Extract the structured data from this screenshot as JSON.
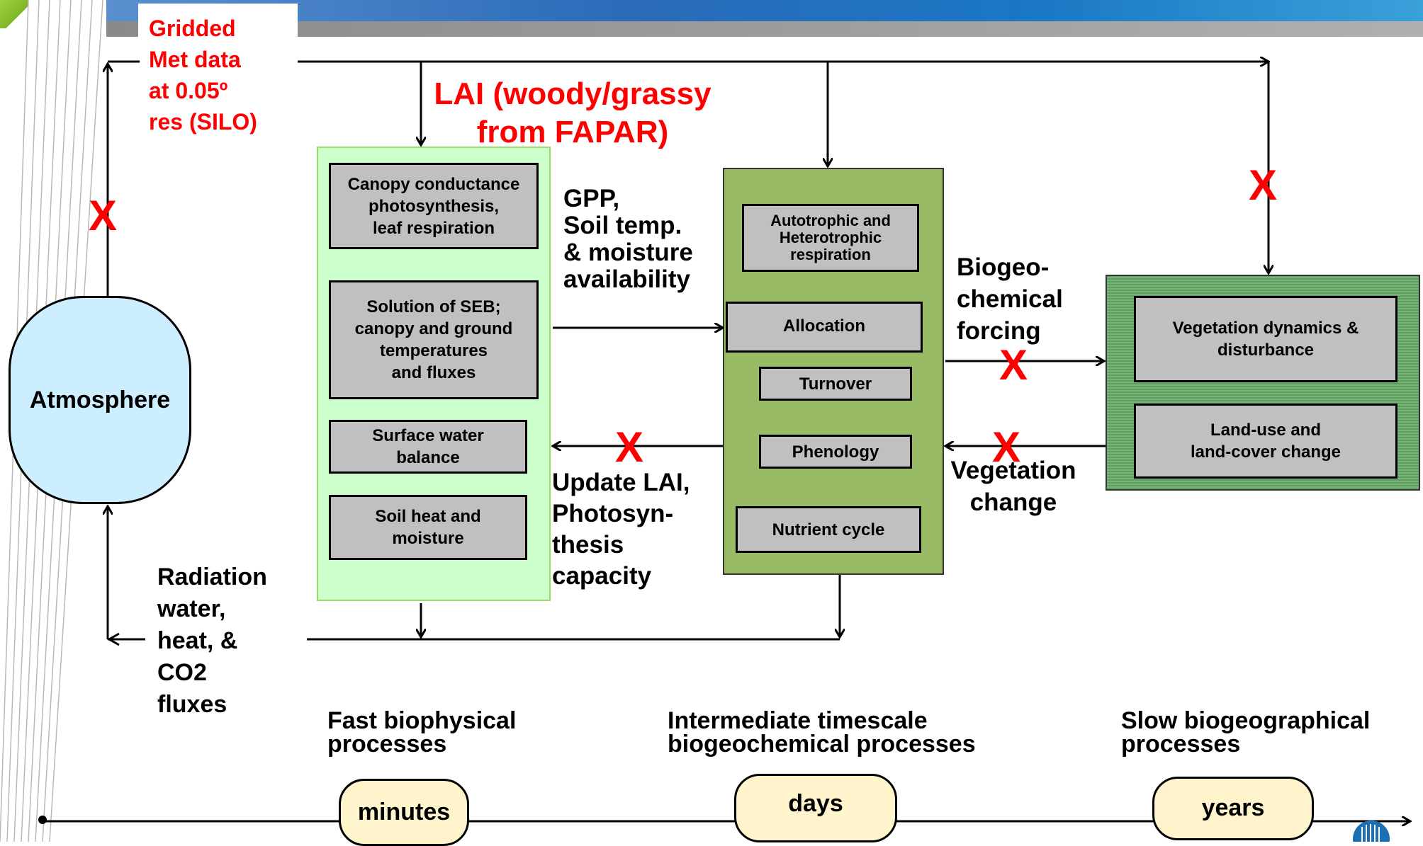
{
  "header": {
    "met_data_label": "Gridded\nMet data\nat 0.05º\nres (SILO)",
    "lai_label": "LAI (woody/grassy\nfrom FAPAR)"
  },
  "atmosphere": {
    "label": "Atmosphere"
  },
  "biophysical": {
    "boxes": [
      "Canopy conductance\nphotosynthesis,\nleaf respiration",
      "Solution of SEB;\ncanopy and ground\ntemperatures\nand fluxes",
      "Surface water\nbalance",
      "Soil heat and\nmoisture"
    ]
  },
  "biogeochemical": {
    "boxes": [
      "Autotrophic and\nHeterotrophic\nrespiration",
      "Allocation",
      "Turnover",
      "Phenology",
      "Nutrient cycle"
    ]
  },
  "biogeographical": {
    "boxes": [
      "Vegetation dynamics &\ndisturbance",
      "Land-use and\nland-cover change"
    ]
  },
  "flow_labels": {
    "gpp": "GPP,\nSoil temp.\n& moisture\navailability",
    "update_lai": "Update LAI,\nPhotosyn-\nthesis\ncapacity",
    "biogeochemical_forcing": "Biogeo-\nchemical\nforcing",
    "vegetation_change": "Vegetation\nchange",
    "fluxes": "Radiation\nwater,\nheat, &\nCO2\nfluxes"
  },
  "disabled_mark": "X",
  "timescales": {
    "fast": "Fast biophysical\n processes",
    "intermediate": "Intermediate timescale\nbiogeochemical processes",
    "slow": "Slow biogeographical\nprocesses",
    "minutes": "minutes",
    "days": "days",
    "years": "years"
  },
  "colors": {
    "biophysical_panel": "#ccffcc",
    "biogeochemical_panel": "#99bb66",
    "biogeographical_panel": "#66aa66",
    "atmosphere": "#cceeff",
    "accent_red": "#ff0000"
  }
}
